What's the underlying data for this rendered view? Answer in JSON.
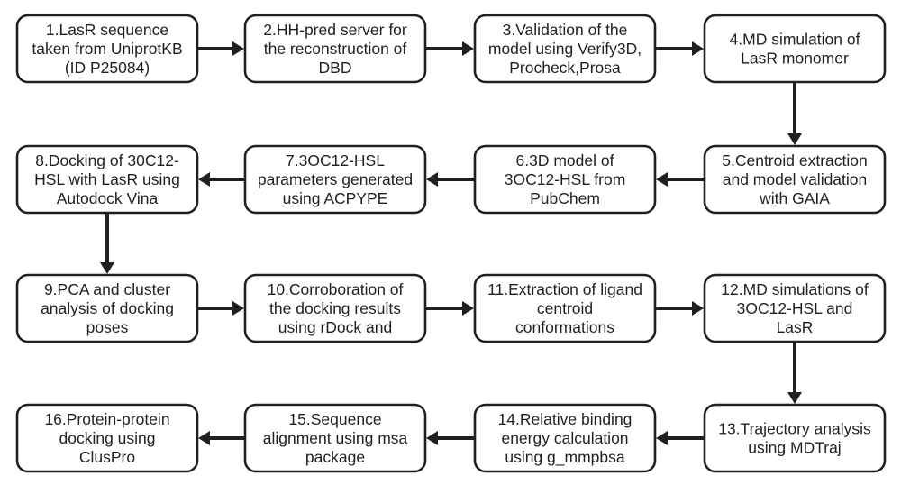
{
  "steps": [
    {
      "id": 1,
      "lines": [
        "1.LasR sequence",
        "taken from UniprotKB",
        "(ID P25084)"
      ]
    },
    {
      "id": 2,
      "lines": [
        "2.HH-pred server for",
        "the reconstruction of",
        "DBD"
      ]
    },
    {
      "id": 3,
      "lines": [
        "3.Validation of the",
        "model using Verify3D,",
        "Procheck,Prosa"
      ]
    },
    {
      "id": 4,
      "lines": [
        "4.MD simulation of",
        "LasR monomer"
      ]
    },
    {
      "id": 5,
      "lines": [
        "5.Centroid extraction",
        "and model validation",
        "with GAIA"
      ]
    },
    {
      "id": 6,
      "lines": [
        "6.3D model of",
        "3OC12-HSL from",
        "PubChem"
      ]
    },
    {
      "id": 7,
      "lines": [
        "7.3OC12-HSL",
        "parameters generated",
        "using ACPYPE"
      ]
    },
    {
      "id": 8,
      "lines": [
        "8.Docking of 30C12-",
        "HSL with LasR using",
        "Autodock Vina"
      ]
    },
    {
      "id": 9,
      "lines": [
        "9.PCA and cluster",
        "analysis of docking",
        "poses"
      ]
    },
    {
      "id": 10,
      "lines": [
        "10.Corroboration of",
        "the docking results",
        "using rDock and"
      ]
    },
    {
      "id": 11,
      "lines": [
        "11.Extraction of ligand",
        "centroid",
        "conformations"
      ]
    },
    {
      "id": 12,
      "lines": [
        "12.MD simulations of",
        "3OC12-HSL and",
        "LasR"
      ]
    },
    {
      "id": 13,
      "lines": [
        "13.Trajectory analysis",
        "using MDTraj"
      ]
    },
    {
      "id": 14,
      "lines": [
        "14.Relative binding",
        "energy calculation",
        "using g_mmpbsa"
      ]
    },
    {
      "id": 15,
      "lines": [
        "15.Sequence",
        "alignment using msa",
        "package"
      ]
    },
    {
      "id": 16,
      "lines": [
        "16.Protein-protein",
        "docking using",
        "ClusPro"
      ]
    }
  ],
  "edges": [
    [
      1,
      2
    ],
    [
      2,
      3
    ],
    [
      3,
      4
    ],
    [
      4,
      5
    ],
    [
      5,
      6
    ],
    [
      6,
      7
    ],
    [
      7,
      8
    ],
    [
      8,
      9
    ],
    [
      9,
      10
    ],
    [
      10,
      11
    ],
    [
      11,
      12
    ],
    [
      12,
      13
    ],
    [
      13,
      14
    ],
    [
      14,
      15
    ],
    [
      15,
      16
    ]
  ],
  "colors": {
    "stroke": "#231f20",
    "fill": "#ffffff",
    "text": "#231f20"
  }
}
